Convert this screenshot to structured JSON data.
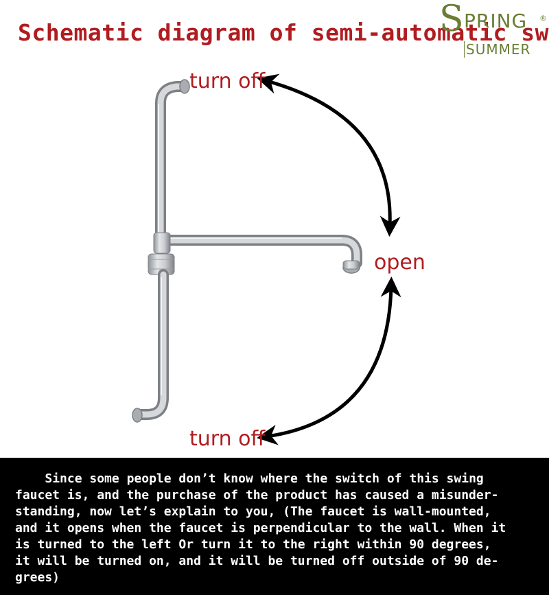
{
  "title": "Schematic diagram of semi-automatic swin",
  "logo": {
    "top": "SPRING",
    "bottom": "SUMMER",
    "reg": "®"
  },
  "labels": {
    "top": "turn off",
    "middle": "open",
    "bottom": "turn off"
  },
  "note_text": "    Since some people don’t know where the switch of this swing\nfaucet is, and the purchase of the product has caused a misunder-\nstanding, now let’s explain to you, (The faucet is wall-mounted,\nand it opens when the faucet is perpendicular to the wall. When it\nis turned to the left Or turn it to the right within 90 degrees,\nit will be turned on, and it will be turned off outside of 90 de-\ngrees)",
  "colors": {
    "label": "#b01c20",
    "logo": "#6a7d33",
    "panel": "#000000"
  }
}
